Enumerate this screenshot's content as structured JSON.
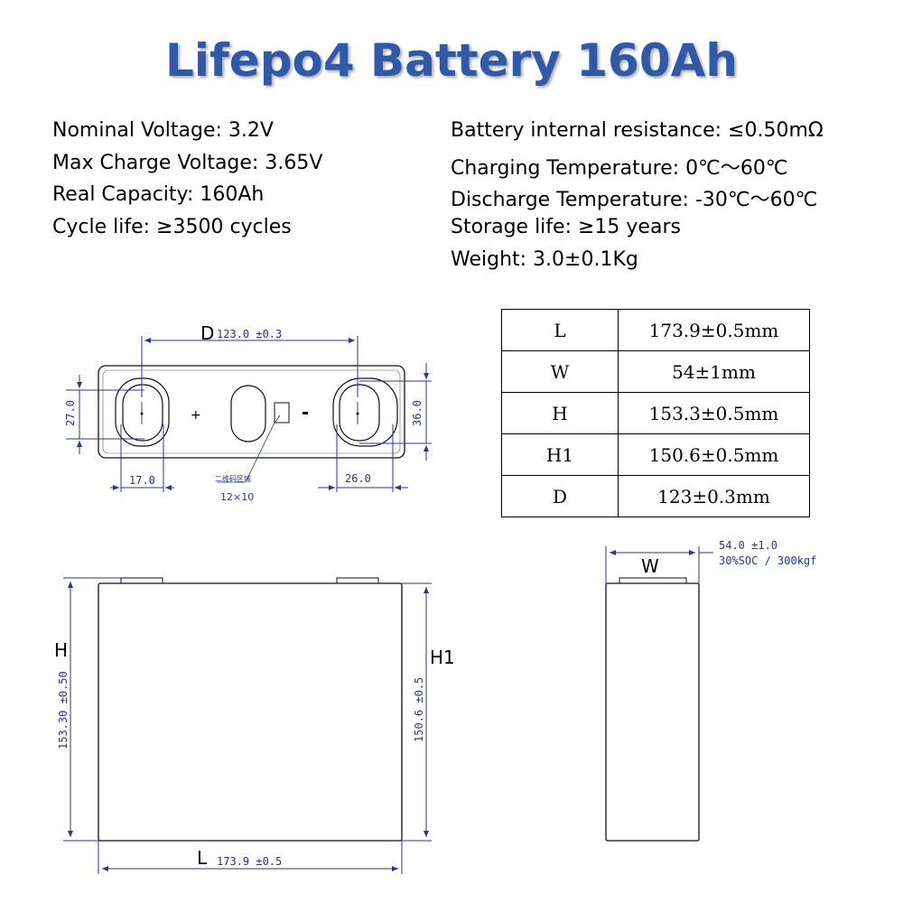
{
  "title": "Lifepo4 Battery 160Ah",
  "specs_left": [
    "Nominal Voltage: 3.2V",
    "Max Charge Voltage: 3.65V",
    "Real Capacity: 160Ah",
    "Cycle life: ≥3500 cycles"
  ],
  "specs_right": [
    "Battery internal resistance: ≤0.50mΩ",
    "Charging Temperature: 0℃～60℃",
    "Discharge Temperature: -30℃～60℃",
    "Storage life: ≥15 years",
    "Weight: 3.0±0.1Kg"
  ],
  "dimension_table": [
    {
      "key": "L",
      "value": "173.9±0.5mm"
    },
    {
      "key": "W",
      "value": "54±1mm"
    },
    {
      "key": "H",
      "value": "153.3±0.5mm"
    },
    {
      "key": "H1",
      "value": "150.6±0.5mm"
    },
    {
      "key": "D",
      "value": "123±0.3mm"
    }
  ],
  "top_view": {
    "d_label": "D",
    "d_value": "123.0 ±0.3",
    "left_height": "27.0",
    "right_height": "36.0",
    "left_width": "17.0",
    "right_width": "26.0",
    "qr_label": "二维码区域",
    "qr_size": "12×10",
    "plus_mark": "+",
    "minus_mark": "-"
  },
  "front_view": {
    "h_label": "H",
    "h_value": "153.30 ±0.50",
    "h1_label": "H1",
    "h1_value": "150.6 ±0.5",
    "l_label": "L",
    "l_value": "173.9 ±0.5"
  },
  "side_view": {
    "w_label": "W",
    "w_value": "54.0 ±1.0",
    "w_note": "30%SOC / 300kgf"
  },
  "colors": {
    "title": "#2e5aa8",
    "dimension": "#2633a8"
  }
}
